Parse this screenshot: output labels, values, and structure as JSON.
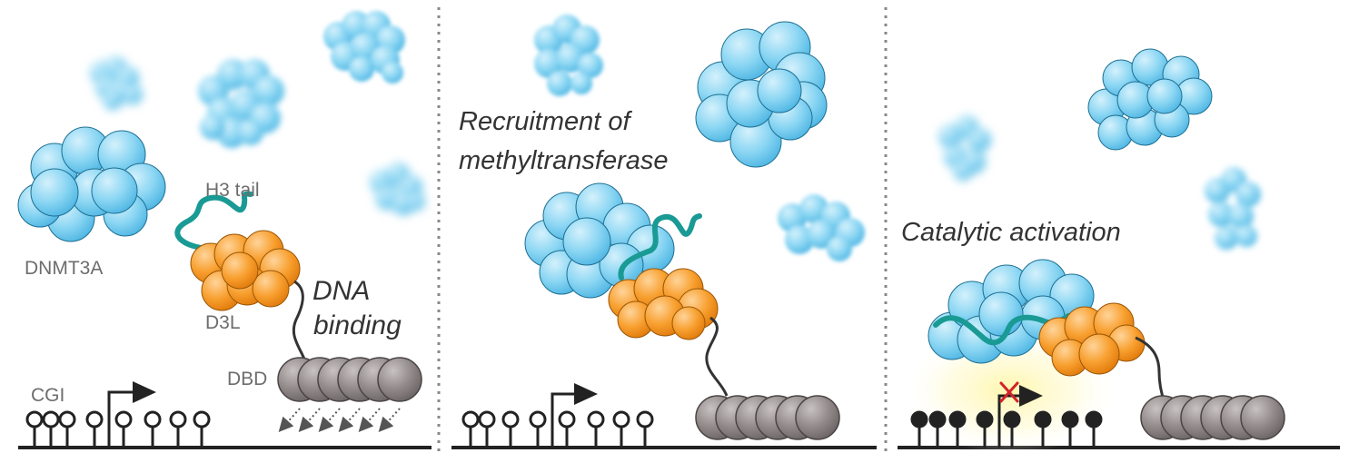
{
  "panel1": {
    "dnmt3a_label": "DNMT3A",
    "h3_tail_label": "H3 tail",
    "d3l_label": "D3L",
    "dna_binding_line1": "DNA",
    "dna_binding_line2": "binding",
    "dbd_label": "DBD",
    "cgi_label": "CGI"
  },
  "panel2": {
    "title_line1": "Recruitment of",
    "title_line2": "methyltransferase"
  },
  "panel3": {
    "title": "Catalytic activation"
  },
  "colors": {
    "dnmt3a_blue": "#7cd0f0",
    "d3l_orange": "#f7941d",
    "dbd_gray": "#8a8383",
    "h3_tail_teal": "#1a9a94",
    "inhibition_mark": "#d2232a",
    "catalysis_glow": "#fff3a0",
    "divider": "#888888"
  },
  "icons": {
    "transcription_start": "right-arrow-icon",
    "transcription_blocked": "red-cross-icon"
  }
}
